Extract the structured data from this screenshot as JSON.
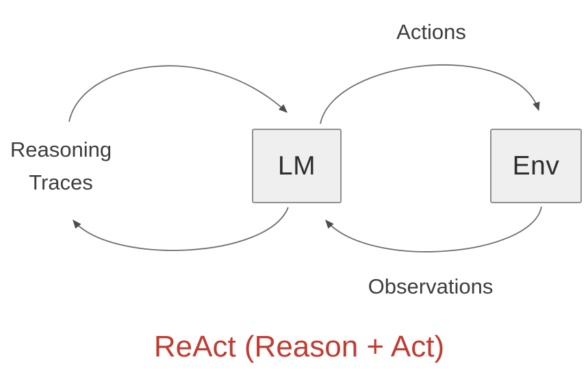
{
  "diagram": {
    "title": "ReAct (Reason + Act)",
    "nodes": [
      {
        "id": "lm",
        "label": "LM"
      },
      {
        "id": "env",
        "label": "Env"
      }
    ],
    "labels": {
      "reasoning_line1": "Reasoning",
      "reasoning_line2": "Traces",
      "actions": "Actions",
      "observations": "Observations"
    },
    "edges": [
      {
        "from": "reasoning-traces",
        "to": "lm",
        "name": "reasoning-to-lm"
      },
      {
        "from": "lm",
        "to": "reasoning-traces",
        "name": "lm-to-reasoning"
      },
      {
        "from": "lm",
        "to": "env",
        "name": "actions-arrow"
      },
      {
        "from": "env",
        "to": "lm",
        "name": "observations-arrow"
      }
    ],
    "colors": {
      "title_red": "#c23b30",
      "node_fill": "#efefef",
      "node_border": "#8f8f8f",
      "arrow_gray": "#6e6e6e",
      "text_gray": "#3d3d3d"
    }
  }
}
